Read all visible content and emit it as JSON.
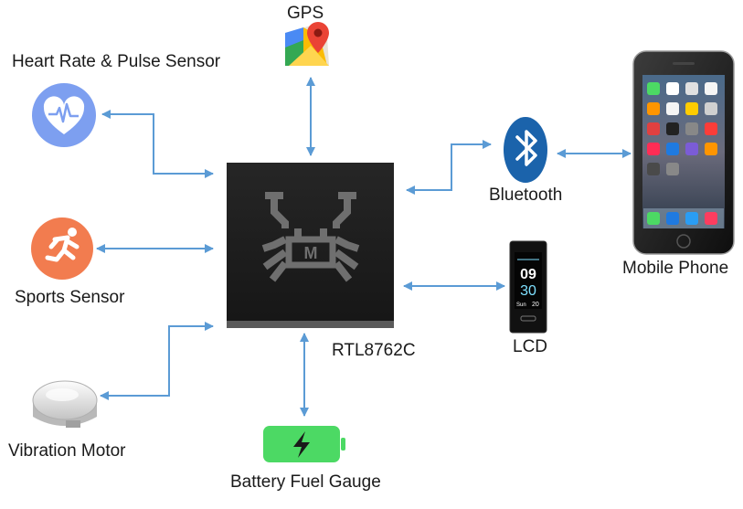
{
  "diagram": {
    "nodes": {
      "gps": {
        "label": "GPS",
        "icon": "map-pin-icon"
      },
      "heart_rate": {
        "label": "Heart Rate & Pulse Sensor",
        "icon": "heart-pulse-icon"
      },
      "sports": {
        "label": "Sports Sensor",
        "icon": "running-person-icon"
      },
      "vibration": {
        "label": "Vibration Motor",
        "icon": "vibration-motor-icon"
      },
      "battery": {
        "label": "Battery Fuel Gauge",
        "icon": "battery-charging-icon"
      },
      "chip": {
        "label": "RTL8762C",
        "icon": "realtek-crab-logo"
      },
      "bluetooth": {
        "label": "Bluetooth",
        "icon": "bluetooth-icon"
      },
      "lcd": {
        "label": "LCD",
        "icon": "smart-band-icon"
      },
      "phone": {
        "label": "Mobile Phone",
        "icon": "smartphone-icon"
      }
    },
    "band_display": {
      "hour": "09",
      "minute": "30",
      "day": "Sun",
      "date": "20"
    },
    "colors": {
      "arrow": "#5b9bd5",
      "chip": "#1c1c1c",
      "heart_circle": "#7d9ff0",
      "sports_circle": "#f27c4f",
      "battery": "#4cd964",
      "bluetooth": "#1b63ab",
      "band_accent": "#7ee0ff"
    }
  }
}
